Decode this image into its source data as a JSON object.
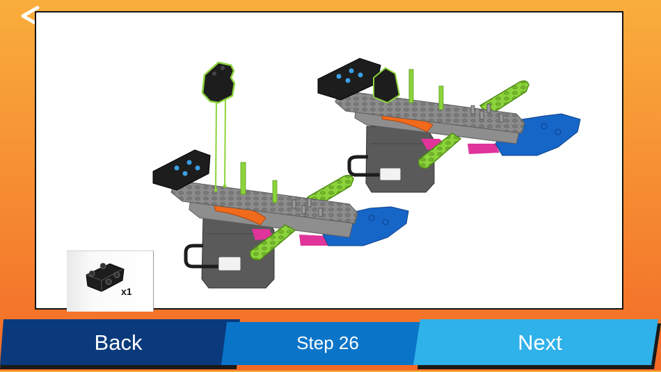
{
  "app": {
    "back_chevron_icon": "chevron-left-icon",
    "accent_colors": {
      "background_top": "#f9ae3c",
      "background_bottom": "#f36a26",
      "back_button": "#0b3a7c",
      "step_button": "#0a74c9",
      "next_button": "#2fb1e9"
    }
  },
  "instruction": {
    "parts_needed": {
      "part_icon": "black-angled-connector-brick",
      "quantity_label": "x1"
    }
  },
  "navigation": {
    "back_label": "Back",
    "step_label": "Step 26",
    "next_label": "Next"
  }
}
